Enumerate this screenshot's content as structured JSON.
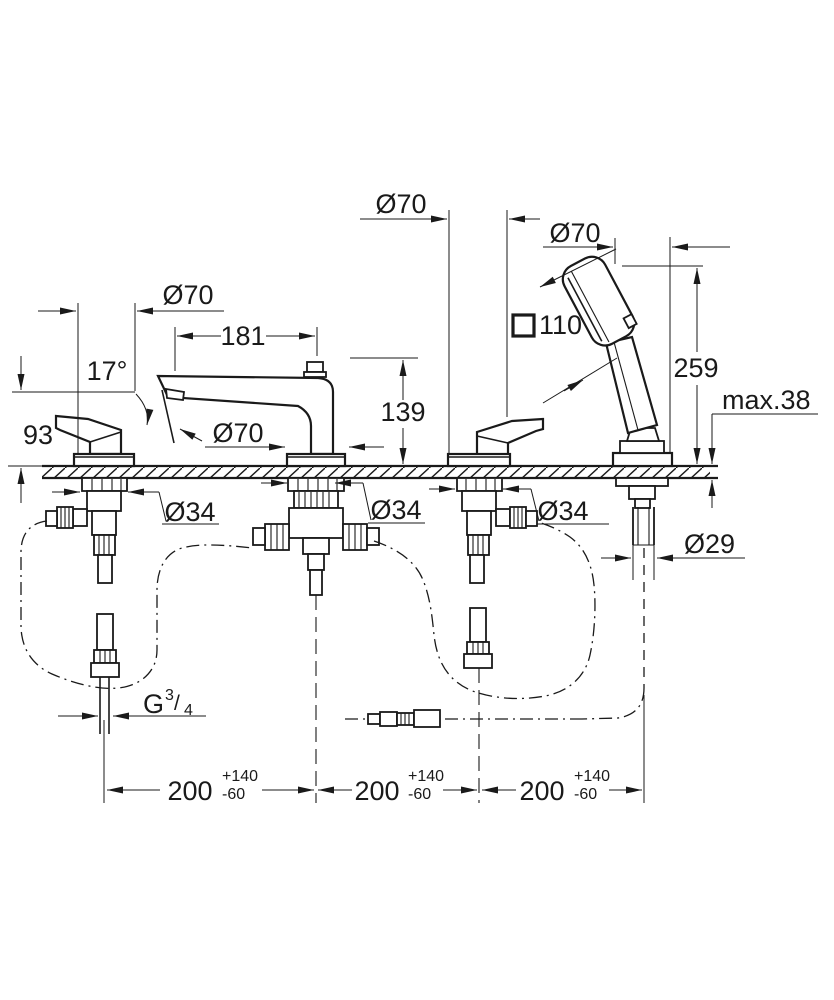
{
  "dims": {
    "left_hole": "Ø70",
    "reach": "181",
    "angle": "17°",
    "outlet_height": "93",
    "spout_base": "Ø70",
    "spout_height": "139",
    "right_hole": "Ø70",
    "shower_head": "Ø70",
    "head_square": "110",
    "shower_height": "259",
    "deck_max": "max.38",
    "tube": "Ø29",
    "valve_left": "Ø34",
    "valve_center": "Ø34",
    "valve_right": "Ø34",
    "thread_letter": "G",
    "thread_num": "3",
    "thread_slash": "/",
    "thread_den": "4",
    "spacings": [
      {
        "value": "200",
        "plus": "+140",
        "minus": "-60"
      },
      {
        "value": "200",
        "plus": "+140",
        "minus": "-60"
      },
      {
        "value": "200",
        "plus": "+140",
        "minus": "-60"
      }
    ]
  },
  "colors": {
    "line": "#1a1a1a",
    "background": "#ffffff"
  }
}
